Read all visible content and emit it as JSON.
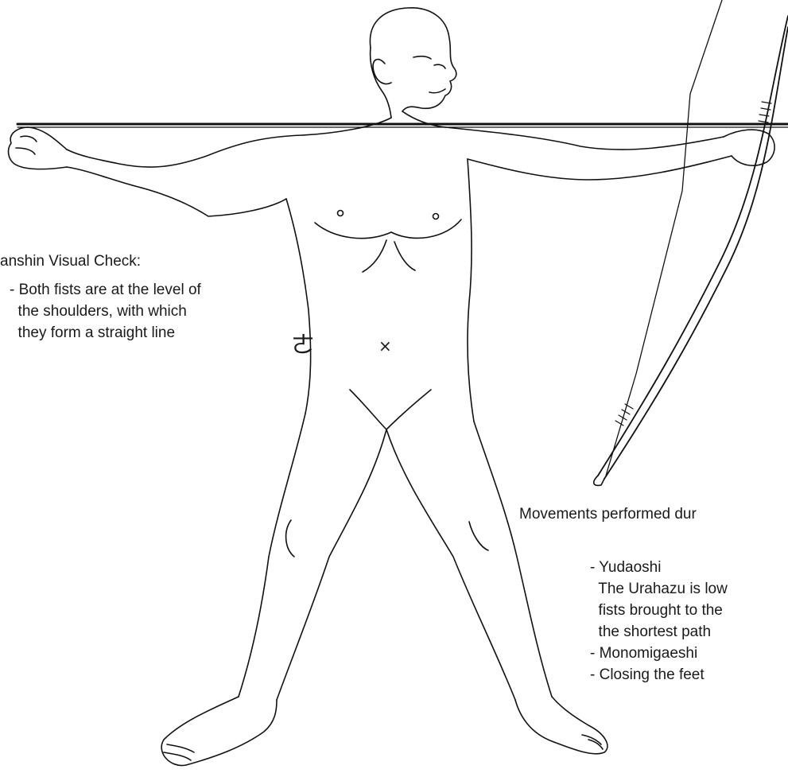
{
  "visual_check": {
    "title": "anshin Visual Check:",
    "lines": [
      "- Both fists are at the level of",
      "  the shoulders, with which",
      "  they form a straight line"
    ]
  },
  "movements": {
    "title": "Movements performed dur",
    "lines": [
      "- Yudaoshi",
      "  The Urahazu is low",
      "  fists brought to the",
      "  the shortest path",
      "- Monomigaeshi",
      "- Closing the feet"
    ]
  },
  "tanden_mark": "ㄜ",
  "navel_mark": "×"
}
